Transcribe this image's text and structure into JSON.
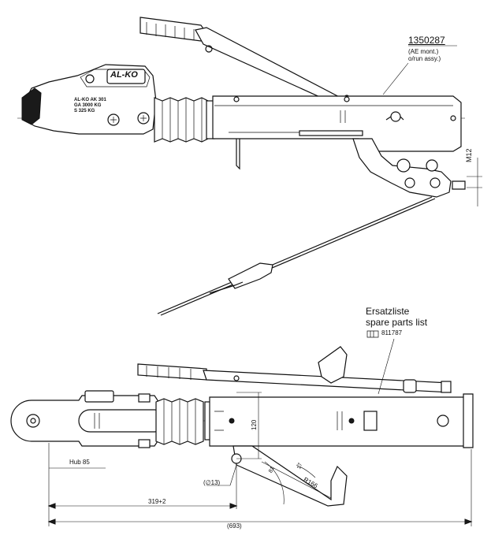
{
  "top_view": {
    "part_number": "1350287",
    "assembly_note_1": "(AE mont.)",
    "assembly_note_2": "o/run assy.)",
    "brand": "AL-KO",
    "plate_line_1": "AL-KO AK 301",
    "plate_line_2": "GA 3000 KG",
    "plate_line_3": "S 325 KG",
    "thread_label": "M12"
  },
  "bottom_view": {
    "parts_list_de": "Ersatzliste",
    "parts_list_en": "spare parts list",
    "parts_list_number": "811787",
    "dim_height": "120",
    "dim_stroke": "Hub 85",
    "dim_hole": "(∅13)",
    "dim_length_a": "319+2",
    "dim_length_b": "(693)",
    "dim_angle_a": "81",
    "dim_angle_b": "17",
    "dim_radius": "R166"
  },
  "colors": {
    "ink": "#111111",
    "paper": "#ffffff"
  }
}
